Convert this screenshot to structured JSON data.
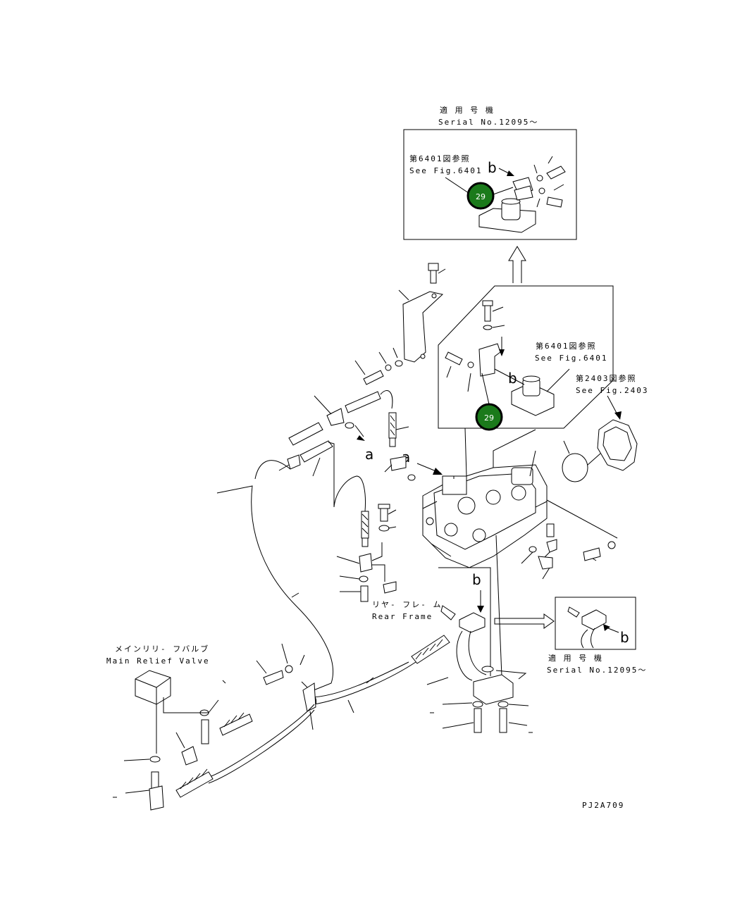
{
  "colors": {
    "line": "#000000",
    "badge_fill": "#1b7a1b",
    "badge_text": "#ffffff",
    "background": "#ffffff"
  },
  "inset_top": {
    "serial_jp": "適 用 号 機",
    "serial_en": "Serial No.12095～",
    "ref_jp": "第6401図参照",
    "ref_en": "See Fig.6401",
    "badge": "29",
    "letter": "b"
  },
  "main_callout": {
    "ref_jp": "第6401図参照",
    "ref_en": "See Fig.6401",
    "badge": "29",
    "letter": "b"
  },
  "fig2403": {
    "ref_jp": "第2403図参照",
    "ref_en": "See Fig.2403"
  },
  "letters": {
    "a_left": "a",
    "a_right": "a",
    "b_center": "b",
    "b_inset": "b"
  },
  "rear_frame": {
    "jp": "リヤ- フレ- ム",
    "en": "Rear Frame"
  },
  "inset_bottom": {
    "serial_jp": "適 用 号 機",
    "serial_en": "Serial No.12095～"
  },
  "main_relief": {
    "jp": "メインリリ- フバルブ",
    "en": "Main Relief Valve"
  },
  "drawing_no": "PJ2A709"
}
